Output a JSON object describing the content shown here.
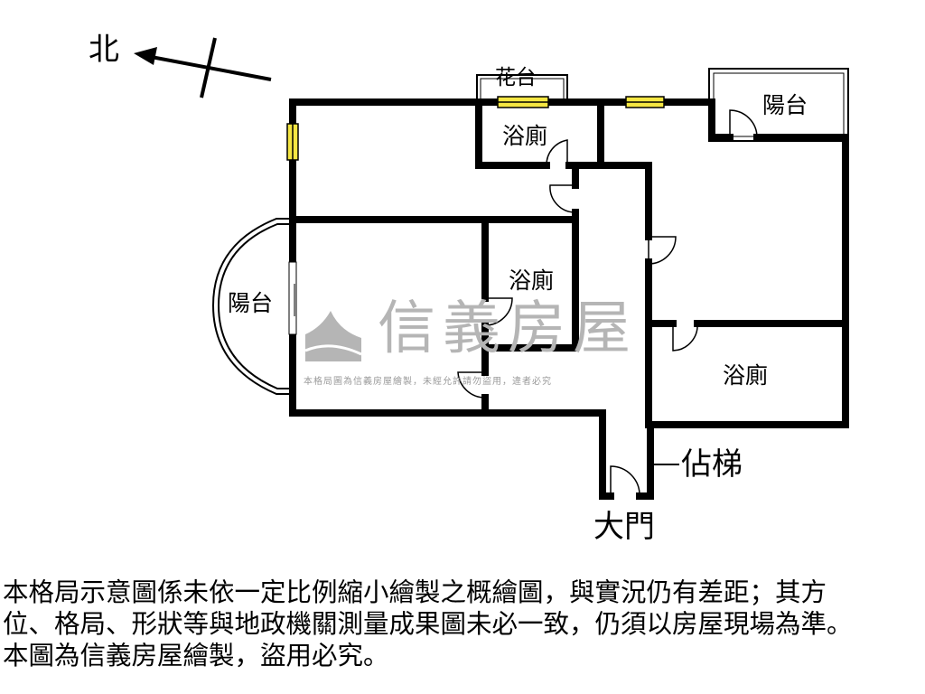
{
  "compass": {
    "north_label": "北"
  },
  "rooms": {
    "flower_bed": "花台",
    "bath_top": "浴廁",
    "balcony_top_right": "陽台",
    "balcony_left": "陽台",
    "bath_middle": "浴廁",
    "bath_right": "浴廁"
  },
  "labels": {
    "stairs": "佔梯",
    "main_door": "大門"
  },
  "watermark": {
    "brand": "信義房屋",
    "notice": "本格局圖為信義房屋繪製，未經允許請勿盜用，違者必究"
  },
  "disclaimer": {
    "line1": "本格局示意圖係未依一定比例縮小繪製之概繪圖，與實況仍有差距；其方",
    "line2": "位、格局、形狀等與地政機關測量成果圖未必一致，仍須以房屋現場為準。",
    "line3": "本圖為信義房屋繪製，盜用必究。"
  },
  "colors": {
    "wall": "#000000",
    "window_fill": "#f5e642",
    "watermark": "#b5b5b5"
  }
}
